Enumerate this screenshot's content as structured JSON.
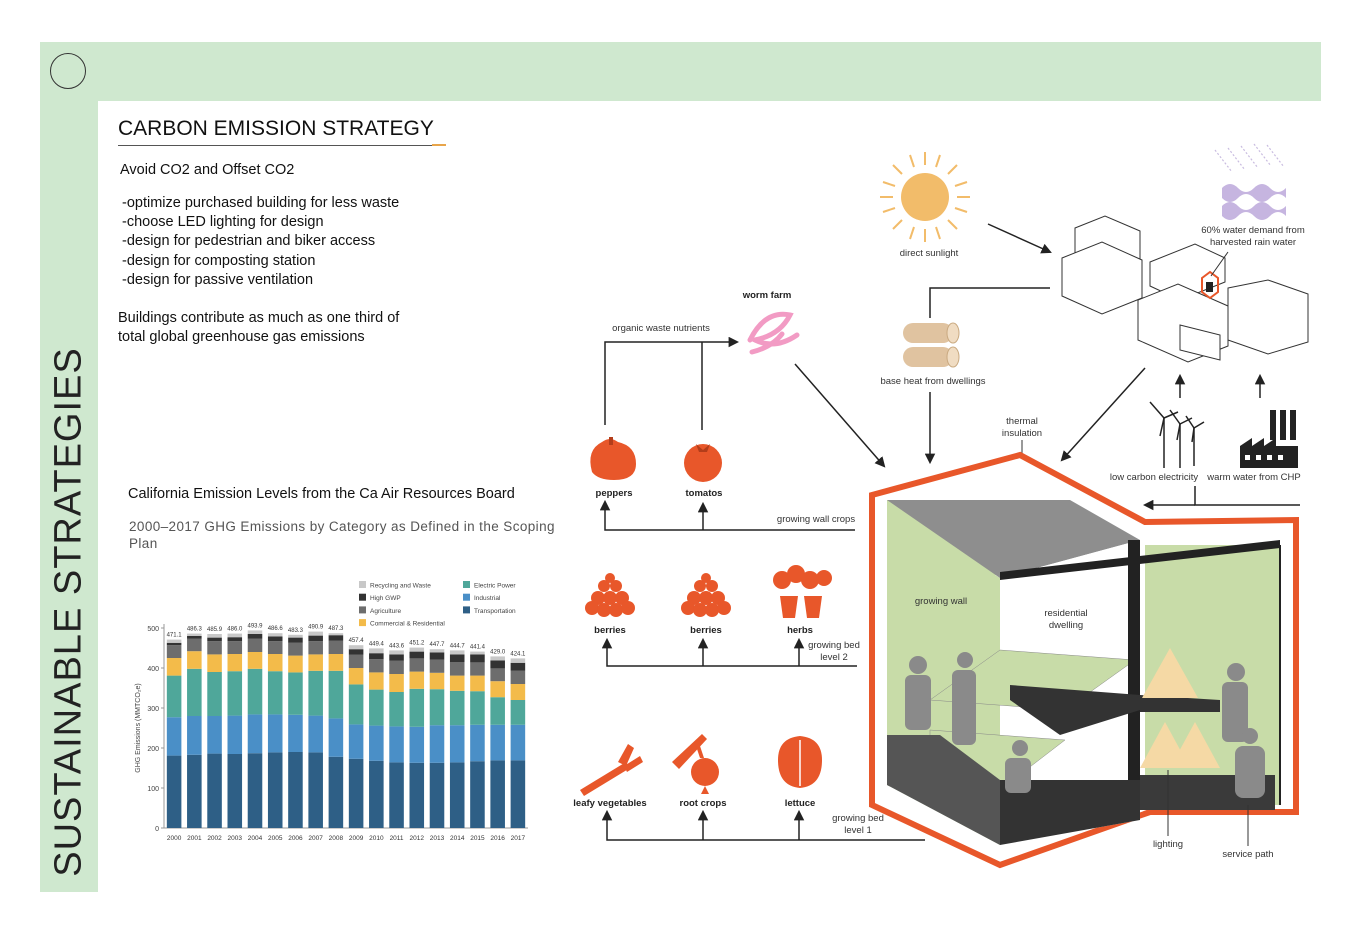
{
  "header": {
    "vertical_title": "SUSTAINABLE STRATEGIES"
  },
  "strategy": {
    "title": "CARBON EMISSION STRATEGY",
    "subtitle": "Avoid CO2 and Offset CO2",
    "bullets": [
      "-optimize purchased building for less waste",
      "-choose LED lighting for design",
      "-design for pedestrian and biker access",
      "-design for composting station",
      "-design for passive ventilation"
    ],
    "paragraph_lines": [
      "Buildings contribute as much as one third of",
      "total global greenhouse gas emissions"
    ]
  },
  "chart_section": {
    "heading": "California Emission Levels  from the Ca Air Resources Board",
    "chart_title": "2000–2017 GHG Emissions by Category as Defined in the Scoping Plan"
  },
  "chart_data": {
    "type": "bar",
    "stacked": true,
    "ylabel": "GHG Emissions (MMTCO₂e)",
    "ylim": [
      0,
      500
    ],
    "yticks": [
      0,
      100,
      200,
      300,
      400,
      500
    ],
    "grid": false,
    "legend_position": "top-right",
    "categories": [
      "2000",
      "2001",
      "2002",
      "2003",
      "2004",
      "2005",
      "2006",
      "2007",
      "2008",
      "2009",
      "2010",
      "2011",
      "2012",
      "2013",
      "2014",
      "2015",
      "2016",
      "2017"
    ],
    "totals": [
      "471.1",
      "486.3",
      "485.9",
      "486.0",
      "493.9",
      "486.6",
      "483.3",
      "490.9",
      "487.3",
      "457.4",
      "449.4",
      "443.6",
      "451.2",
      "447.7",
      "444.7",
      "441.4",
      "429.0",
      "424.1"
    ],
    "series": [
      {
        "name": "Transportation",
        "color": "#2e5f86",
        "values": [
          181,
          183,
          186,
          185,
          187,
          189,
          190,
          189,
          178,
          173,
          168,
          164,
          163,
          163,
          164,
          167,
          169,
          169
        ]
      },
      {
        "name": "Industrial",
        "color": "#4a8fc7",
        "values": [
          96,
          97,
          94,
          96,
          97,
          95,
          93,
          92,
          96,
          86,
          88,
          90,
          90,
          94,
          93,
          91,
          89,
          89
        ]
      },
      {
        "name": "Electric Power",
        "color": "#4fa79a",
        "values": [
          104,
          118,
          110,
          111,
          114,
          108,
          106,
          112,
          119,
          100,
          90,
          86,
          95,
          90,
          86,
          84,
          69,
          62
        ]
      },
      {
        "name": "Commercial & Residential",
        "color": "#f3bb4a",
        "values": [
          44,
          44,
          44,
          43,
          42,
          43,
          42,
          41,
          42,
          41,
          43,
          45,
          43,
          41,
          38,
          39,
          40,
          40
        ]
      },
      {
        "name": "Agriculture",
        "color": "#6d6d6d",
        "values": [
          32,
          31,
          33,
          32,
          33,
          32,
          32,
          33,
          33,
          33,
          33,
          33,
          33,
          33,
          34,
          33,
          32,
          33
        ]
      },
      {
        "name": "High GWP",
        "color": "#333333",
        "values": [
          6,
          7,
          9,
          10,
          12,
          12,
          13,
          14,
          14,
          14,
          15,
          16,
          17,
          18,
          19,
          20,
          20,
          20
        ]
      },
      {
        "name": "Recycling and Waste",
        "color": "#c8c8c8",
        "values": [
          8,
          6,
          9,
          9,
          9,
          8,
          7,
          10,
          5,
          10,
          12,
          10,
          10,
          8,
          10,
          7,
          10,
          11
        ]
      }
    ]
  },
  "diagram": {
    "accent": "#e8572a",
    "labels": {
      "direct_sunlight": "direct sunlight",
      "water_line1": "60% water demand from",
      "water_line2": "harvested rain water",
      "worm_farm": "worm farm",
      "organic_waste": "organic waste nutrients",
      "base_heat": "base heat from dwellings",
      "thermal_line1": "thermal",
      "thermal_line2": "insulation",
      "low_carbon": "low carbon electricity",
      "warm_water": "warm water from CHP",
      "peppers": "peppers",
      "tomatos": "tomatos",
      "growing_wall_crops": "growing wall crops",
      "berries1": "berries",
      "berries2": "berries",
      "herbs": "herbs",
      "bed2_line1": "growing bed",
      "bed2_line2": "level 2",
      "leafy": "leafy vegetables",
      "root": "root crops",
      "lettuce": "lettuce",
      "bed1_line1": "growing bed",
      "bed1_line2": "level 1",
      "growing_wall": "growing wall",
      "residential_line1": "residential",
      "residential_line2": "dwelling",
      "lighting": "lighting",
      "service_path": "service path"
    }
  }
}
